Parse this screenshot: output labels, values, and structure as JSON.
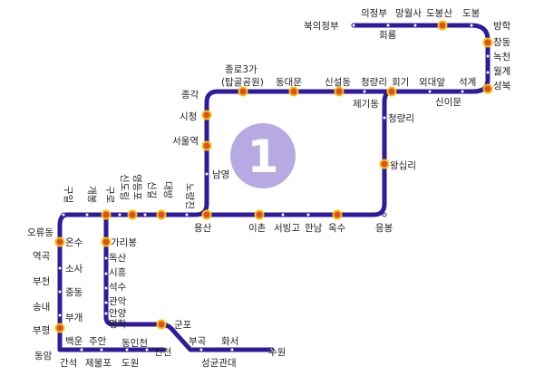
{
  "line": {
    "number": "1",
    "color": "#2e1a9b",
    "badge_color": "#b7a9e2"
  },
  "stations": [
    {
      "id": "uijeongbu",
      "name": "의정부"
    },
    {
      "id": "mangwolsa",
      "name": "망월사"
    },
    {
      "id": "dobongsan",
      "name": "도봉산"
    },
    {
      "id": "dobong",
      "name": "도봉"
    },
    {
      "id": "bukuijeongbu",
      "name": "북의정부"
    },
    {
      "id": "hoeryong",
      "name": "회룡"
    },
    {
      "id": "banghak",
      "name": "방학"
    },
    {
      "id": "changdong",
      "name": "창동"
    },
    {
      "id": "nokcheon",
      "name": "녹천"
    },
    {
      "id": "wolgye",
      "name": "월계"
    },
    {
      "id": "seongbuk",
      "name": "성북"
    },
    {
      "id": "jonggak",
      "name": "종각"
    },
    {
      "id": "jongno3ga",
      "name": "종로3가"
    },
    {
      "id": "tapgol",
      "name": "(탑골공원)"
    },
    {
      "id": "dongdaemun",
      "name": "동대문"
    },
    {
      "id": "sinseoldong",
      "name": "신설동"
    },
    {
      "id": "cheongnyangni_top",
      "name": "청량리"
    },
    {
      "id": "hoegi",
      "name": "회기"
    },
    {
      "id": "oedae",
      "name": "외대앞"
    },
    {
      "id": "seokgye",
      "name": "석계"
    },
    {
      "id": "jegidong",
      "name": "제기동"
    },
    {
      "id": "sinimun",
      "name": "신이문"
    },
    {
      "id": "cityhall",
      "name": "시청"
    },
    {
      "id": "seoulstation",
      "name": "서울역"
    },
    {
      "id": "namyeong",
      "name": "남영"
    },
    {
      "id": "yongsan",
      "name": "용산"
    },
    {
      "id": "cheongnyangni_side",
      "name": "청량리"
    },
    {
      "id": "wangsimni",
      "name": "왕십리"
    },
    {
      "id": "ichon",
      "name": "이촌"
    },
    {
      "id": "seobinggo",
      "name": "서빙고"
    },
    {
      "id": "hannam",
      "name": "한남"
    },
    {
      "id": "oksu",
      "name": "옥수"
    },
    {
      "id": "eungbong",
      "name": "응봉"
    },
    {
      "id": "noryangjin",
      "name": "노량진"
    },
    {
      "id": "daebang",
      "name": "대방"
    },
    {
      "id": "singil",
      "name": "신길"
    },
    {
      "id": "yeongdeungpo",
      "name": "영등포"
    },
    {
      "id": "sindorim",
      "name": "신도림"
    },
    {
      "id": "guro",
      "name": "구로"
    },
    {
      "id": "gaeposeok",
      "name": "개봉"
    },
    {
      "id": "guil",
      "name": "구일"
    },
    {
      "id": "oryudong",
      "name": "오류동"
    },
    {
      "id": "onsu",
      "name": "온수"
    },
    {
      "id": "yeokgok",
      "name": "역곡"
    },
    {
      "id": "sosa",
      "name": "소사"
    },
    {
      "id": "bucheon",
      "name": "부천"
    },
    {
      "id": "jungdong",
      "name": "중동"
    },
    {
      "id": "songnae",
      "name": "송내"
    },
    {
      "id": "bugae",
      "name": "부개"
    },
    {
      "id": "bupyeong",
      "name": "부평"
    },
    {
      "id": "baegun",
      "name": "백운"
    },
    {
      "id": "juan",
      "name": "주안"
    },
    {
      "id": "dongincheon",
      "name": "동인천"
    },
    {
      "id": "dongam",
      "name": "동암"
    },
    {
      "id": "ganseok",
      "name": "간석"
    },
    {
      "id": "jemulpo",
      "name": "제물포"
    },
    {
      "id": "dowon",
      "name": "도원"
    },
    {
      "id": "incheon",
      "name": "인천"
    },
    {
      "id": "garibong",
      "name": "가리봉"
    },
    {
      "id": "doksan",
      "name": "독산"
    },
    {
      "id": "siheung",
      "name": "시흥"
    },
    {
      "id": "seoksu",
      "name": "석수"
    },
    {
      "id": "gwanak",
      "name": "관악"
    },
    {
      "id": "anyang",
      "name": "안양"
    },
    {
      "id": "myeonghak",
      "name": "명학"
    },
    {
      "id": "gunpo",
      "name": "군포"
    },
    {
      "id": "bugok",
      "name": "부곡"
    },
    {
      "id": "hwaseo",
      "name": "화서"
    },
    {
      "id": "suwon",
      "name": "수원"
    },
    {
      "id": "sungkyunkwan",
      "name": "성균관대"
    }
  ]
}
